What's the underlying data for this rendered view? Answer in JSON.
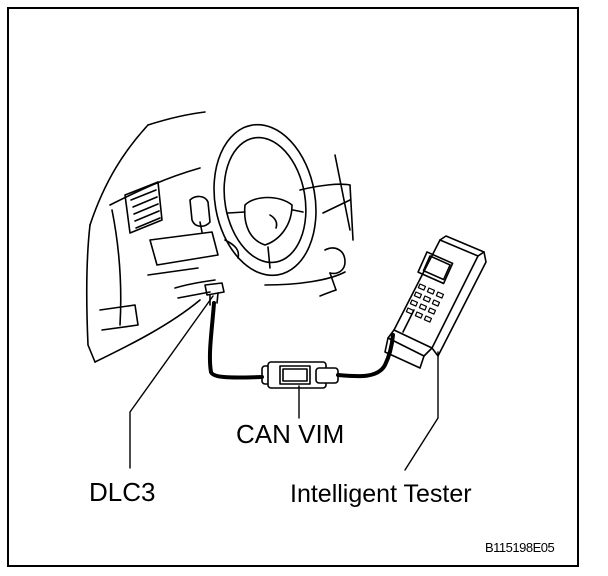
{
  "labels": {
    "can_vim": "CAN VIM",
    "dlc3": "DLC3",
    "intelligent_tester": "Intelligent Tester",
    "figure_code": "B115198E05"
  },
  "colors": {
    "ink": "#000000",
    "paper": "#ffffff"
  }
}
